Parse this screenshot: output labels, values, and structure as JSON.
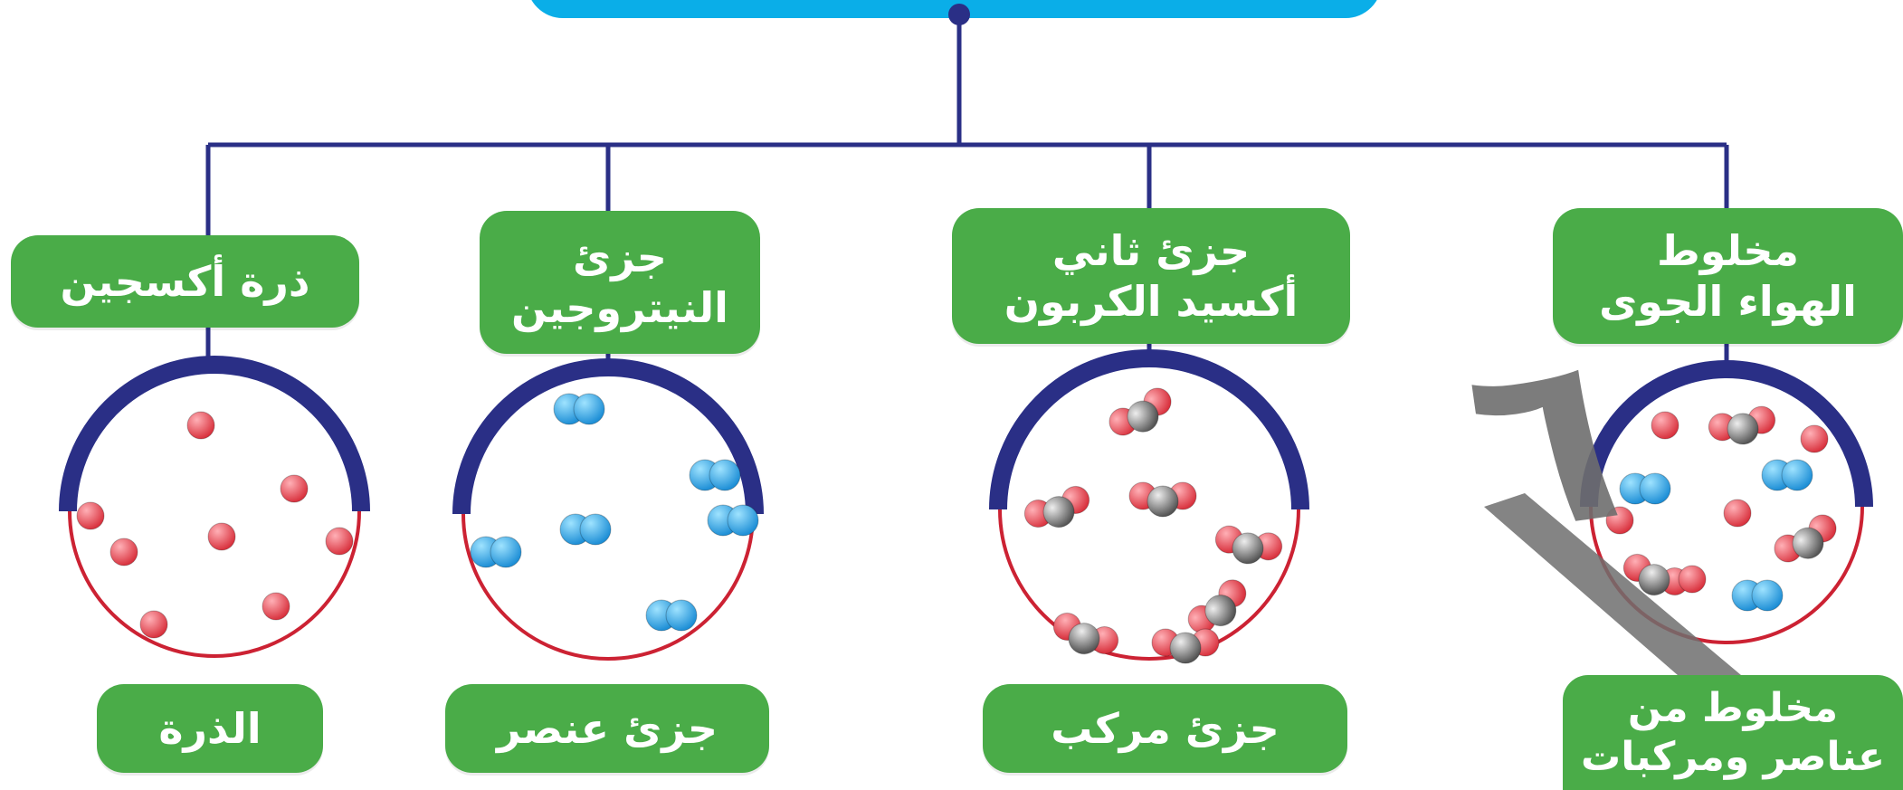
{
  "colors": {
    "top_box": "#0aaee8",
    "connector": "#2a2f86",
    "label_pill": "#4aac48",
    "label_text": "#ffffff",
    "arc": "#2a2f86",
    "circle_rim": "#cc2233",
    "oxygen_atom": "#d9333f",
    "nitrogen_atom": "#1e8fd6",
    "carbon_atom": "#555555",
    "watermark": "#6e6e6e"
  },
  "columns": [
    {
      "top_lines": [
        "ذرة أكسجين"
      ],
      "bottom_lines": [
        "الذرة"
      ],
      "contents": "oxygen atoms"
    },
    {
      "top_lines": [
        "جزئ",
        "النيتروجين"
      ],
      "bottom_lines": [
        "جزئ عنصر"
      ],
      "contents": "nitrogen molecules"
    },
    {
      "top_lines": [
        "جزئ ثاني",
        "أكسيد الكربون"
      ],
      "bottom_lines": [
        "جزئ مركب"
      ],
      "contents": "carbon dioxide molecules"
    },
    {
      "top_lines": [
        "مخلوط",
        "الهواء الجوى"
      ],
      "bottom_lines": [
        "مخلوط من",
        "عناصر ومركبات"
      ],
      "contents": "mixture"
    }
  ],
  "watermark_text": "٦"
}
